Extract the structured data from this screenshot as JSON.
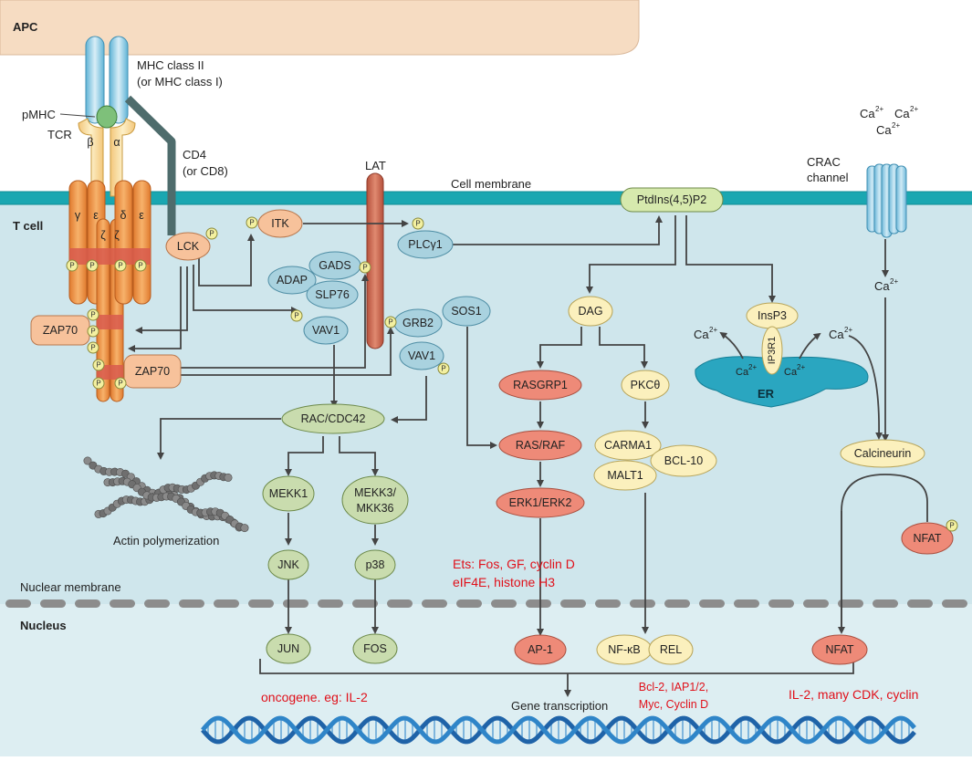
{
  "regions": {
    "apc": "APC",
    "t_cell": "T cell",
    "nucleus": "Nucleus",
    "cell_membrane": "Cell membrane",
    "nuclear_membrane": "Nuclear membrane",
    "er": "ER"
  },
  "receptor": {
    "mhc_line1": "MHC class II",
    "mhc_line2": "(or MHC class I)",
    "pmhc": "pMHC",
    "tcr": "TCR",
    "beta": "β",
    "alpha": "α",
    "cd4_line1": "CD4",
    "cd4_line2": "(or CD8)",
    "gamma": "γ",
    "epsilon_left": "ε",
    "delta": "δ",
    "epsilon_right": "ε",
    "zeta1": "ζ",
    "zeta2": "ζ",
    "lat": "LAT",
    "crac_line1": "CRAC",
    "crac_line2": "channel",
    "ca": "Ca",
    "ca_charge": "2+"
  },
  "nodes": {
    "lck": "LCK",
    "itk": "ITK",
    "zap70_a": "ZAP70",
    "zap70_b": "ZAP70",
    "adap": "ADAP",
    "gads": "GADS",
    "slp76": "SLP76",
    "vav1_a": "VAV1",
    "vav1_b": "VAV1",
    "plcg1": "PLCγ1",
    "grb2": "GRB2",
    "sos1": "SOS1",
    "rac": "RAC/CDC42",
    "mekk1": "MEKK1",
    "mekk3_line1": "MEKK3/",
    "mekk3_line2": "MKK36",
    "jnk": "JNK",
    "p38": "p38",
    "jun": "JUN",
    "fos": "FOS",
    "ptdins": "PtdIns(4,5)P2",
    "dag": "DAG",
    "rasgrp1": "RASGRP1",
    "rasraf": "RAS/RAF",
    "erk": "ERK1/ERK2",
    "ap1": "AP-1",
    "pkc": "PKCθ",
    "carma1": "CARMA1",
    "bcl10": "BCL-10",
    "malt1": "MALT1",
    "nfkb": "NF-κB",
    "rel": "REL",
    "insp3": "InsP3",
    "ip3r1": "IP3R1",
    "calcineurin": "Calcineurin",
    "nfat_cyto": "NFAT",
    "nfat_nuc": "NFAT",
    "phospho": "P"
  },
  "labels": {
    "actin": "Actin polymerization",
    "gene_transcription": "Gene transcription"
  },
  "annotations": {
    "ets_line1": "Ets: Fos, GF, cyclin D",
    "ets_line2": "eIF4E, histone H3",
    "oncogene": "oncogene. eg: IL-2",
    "bcl_line1": "Bcl-2, IAP1/2,",
    "bcl_line2": "Myc, Cyclin D",
    "il2": "IL-2, many CDK, cyclin"
  },
  "colors": {
    "red_annotation": "#e0101a",
    "cytoplasm": "#cfe6ec",
    "membrane": "#1aa7b1",
    "apc": "#f6dcc2",
    "green_node": "#c9dcae",
    "blue_node": "#a9d2df",
    "orange_node": "#f7c29b",
    "salmon_node": "#ee8a78",
    "yellow_node": "#fbf0bd"
  }
}
